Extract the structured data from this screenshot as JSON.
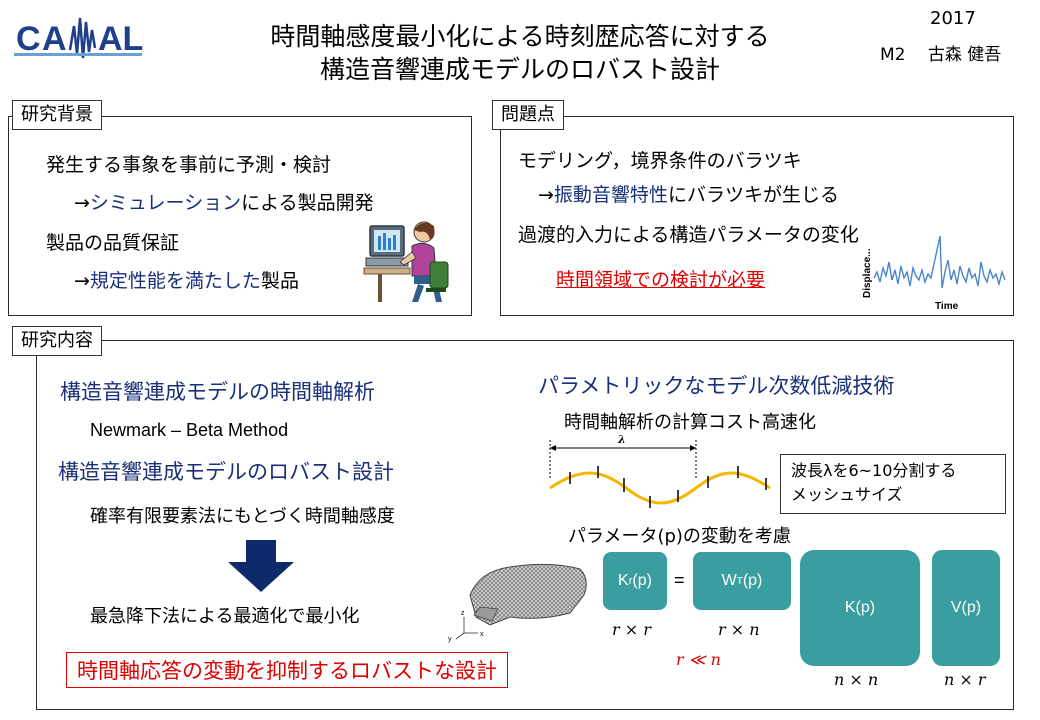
{
  "header": {
    "logo_text": "CAMAL",
    "title_line1": "時間軸感度最小化による時刻歴応答に対する",
    "title_line2": "構造音響連成モデルのロバスト設計",
    "year": "2017",
    "author": "M2　 古森 健吾"
  },
  "background": {
    "tab": "研究背景",
    "line1": "発生する事象を事前に予測・検討",
    "line2_arrow": "→",
    "line2_blue": "シミュレーション",
    "line2_rest": "による製品開発",
    "line3": "製品の品質保証",
    "line4_arrow": "→",
    "line4_blue": "規定性能を満たした",
    "line4_rest": "製品"
  },
  "problem": {
    "tab": "問題点",
    "line1": "モデリング，境界条件のバラツキ",
    "line2_arrow": "→",
    "line2_blue": "振動音響特性",
    "line2_rest": "にバラツキが生じる",
    "line3": "過渡的入力による構造パラメータの変化",
    "emphasis": "時間領域での検討が必要",
    "plot_ylabel": "Displace...",
    "plot_xlabel": "Time"
  },
  "content": {
    "tab": "研究内容",
    "h1": "構造音響連成モデルの時間軸解析",
    "method": "Newmark – Beta Method",
    "h2": "構造音響連成モデルのロバスト設計",
    "sensitivity": "確率有限要素法にもとづく時間軸感度",
    "optimization": "最急降下法による最適化で最小化",
    "result": "時間軸応答の変動を抑制するロバストな設計",
    "right_h": "パラメトリックなモデル次数低減技術",
    "right_sub": "時間軸解析の計算コスト高速化",
    "lambda": "λ",
    "mesh_note_line1": "波長λを6~10分割する",
    "mesh_note_line2": "メッシュサイズ",
    "param_label": "パラメータ(p)の変動を考慮",
    "axes_labels": {
      "z": "z",
      "y": "y",
      "x": "x"
    }
  },
  "matrices": {
    "kr": "K",
    "kr_sub": "r",
    "kr_arg": "(p)",
    "eq": "=",
    "wt": "W",
    "wt_sup": "T",
    "wt_arg": "(p)",
    "k": "K(p)",
    "v": "V(p)",
    "dim_kr": "r × r",
    "dim_wt": "r × n",
    "dim_rel": "r ≪ n",
    "dim_k": "n × n",
    "dim_v": "n × r"
  },
  "colors": {
    "blue_text": "#1a2f7a",
    "red_text": "#e00000",
    "matrix_teal": "#3a9da0",
    "wave_yellow": "#f2b800",
    "arrow_navy": "#0e2a6b",
    "plot_blue": "#4a86c8"
  }
}
